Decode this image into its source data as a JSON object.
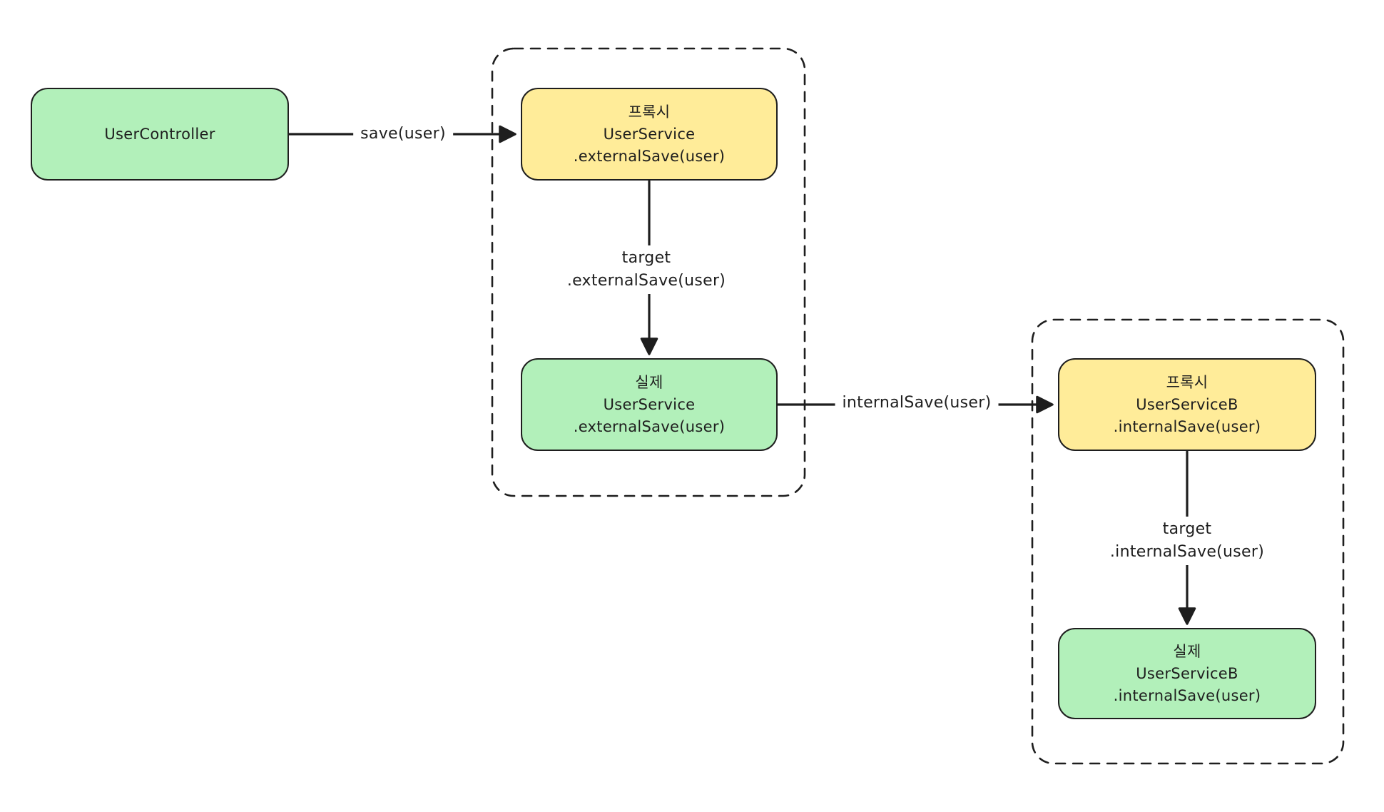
{
  "diagram": {
    "background": "#ffffff",
    "stroke_color": "#1e1e1e",
    "fill_colors": {
      "green": "#b2f0ba",
      "yellow": "#ffec99"
    },
    "nodes": {
      "user_controller": {
        "role": "caller",
        "fill": "green",
        "line1": "UserController"
      },
      "proxy_user_service": {
        "role": "proxy",
        "fill": "yellow",
        "line1": "프록시",
        "line2": "UserService",
        "line3": ".externalSave(user)"
      },
      "real_user_service": {
        "role": "real",
        "fill": "green",
        "line1": "실제",
        "line2": "UserService",
        "line3": ".externalSave(user)"
      },
      "proxy_user_service_b": {
        "role": "proxy",
        "fill": "yellow",
        "line1": "프록시",
        "line2": "UserServiceB",
        "line3": ".internalSave(user)"
      },
      "real_user_service_b": {
        "role": "real",
        "fill": "green",
        "line1": "실제",
        "line2": "UserServiceB",
        "line3": ".internalSave(user)"
      }
    },
    "edges": {
      "save": {
        "label": "save(user)",
        "from": "user_controller",
        "to": "proxy_user_service"
      },
      "target_external": {
        "line1": "target",
        "line2": ".externalSave(user)",
        "from": "proxy_user_service",
        "to": "real_user_service"
      },
      "internal_save": {
        "label": "internalSave(user)",
        "from": "real_user_service",
        "to": "proxy_user_service_b"
      },
      "target_internal": {
        "line1": "target",
        "line2": ".internalSave(user)",
        "from": "proxy_user_service_b",
        "to": "real_user_service_b"
      }
    },
    "groups": {
      "group_a": {
        "style": "dashed",
        "contains": [
          "proxy_user_service",
          "real_user_service"
        ]
      },
      "group_b": {
        "style": "dashed",
        "contains": [
          "proxy_user_service_b",
          "real_user_service_b"
        ]
      }
    }
  }
}
